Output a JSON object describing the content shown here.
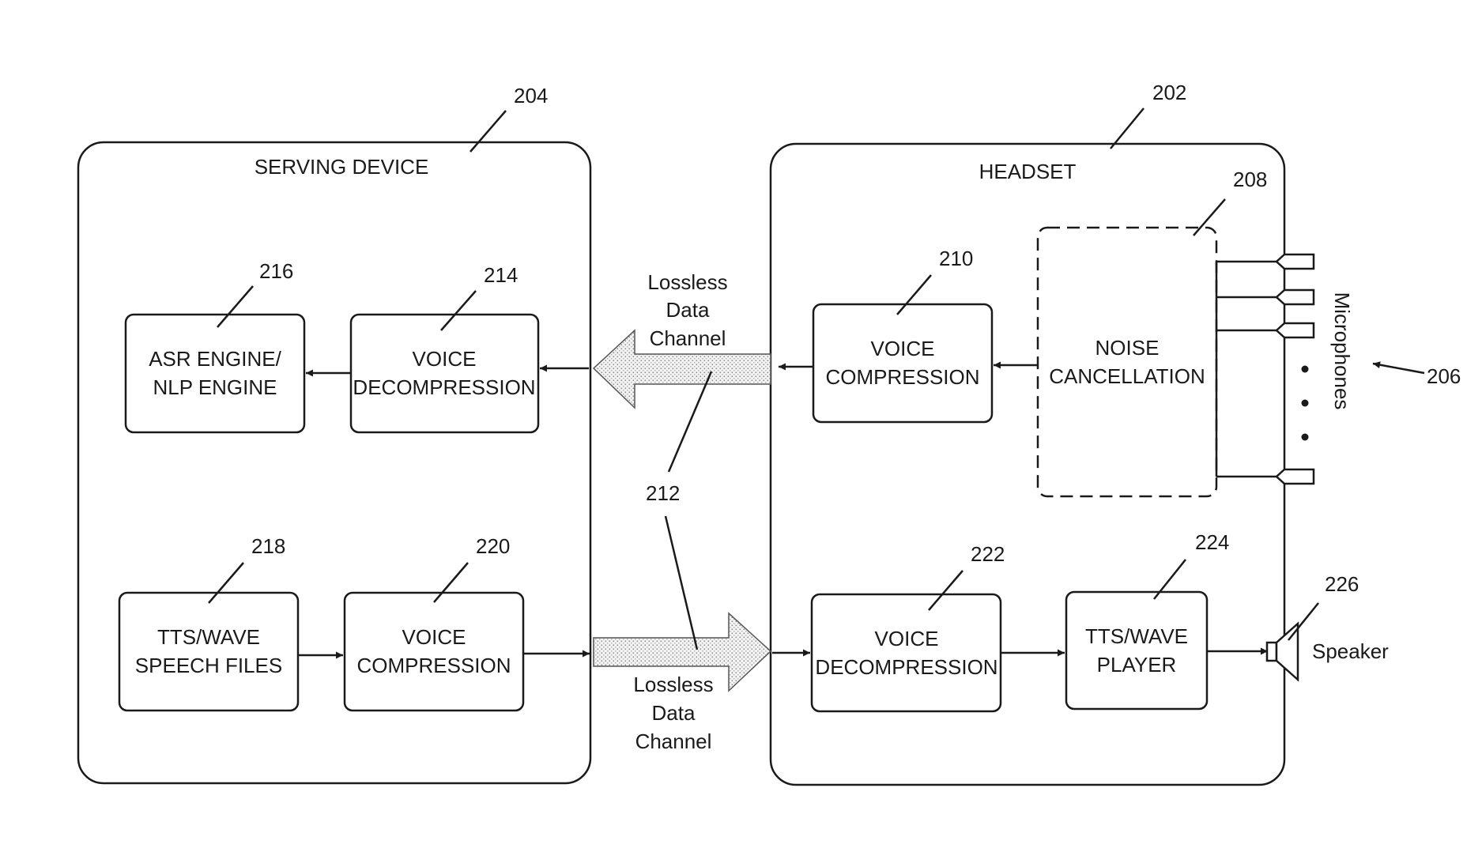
{
  "containers": {
    "serving_device": {
      "title": "SERVING DEVICE",
      "ref": "204"
    },
    "headset": {
      "title": "HEADSET",
      "ref": "202"
    }
  },
  "blocks": {
    "asr": {
      "line1": "ASR ENGINE/",
      "line2": "NLP ENGINE",
      "ref": "216"
    },
    "voice_decomp_214": {
      "line1": "VOICE",
      "line2": "DECOMPRESSION",
      "ref": "214"
    },
    "tts_files": {
      "line1": "TTS/WAVE",
      "line2": "SPEECH FILES",
      "ref": "218"
    },
    "voice_comp_220": {
      "line1": "VOICE",
      "line2": "COMPRESSION",
      "ref": "220"
    },
    "voice_comp_210": {
      "line1": "VOICE",
      "line2": "COMPRESSION",
      "ref": "210"
    },
    "noise": {
      "line1": "NOISE",
      "line2": "CANCELLATION",
      "ref": "208"
    },
    "voice_decomp_222": {
      "line1": "VOICE",
      "line2": "DECOMPRESSION",
      "ref": "222"
    },
    "tts_player": {
      "line1": "TTS/WAVE",
      "line2": "PLAYER",
      "ref": "224"
    }
  },
  "channels": {
    "upper": {
      "line1": "Lossless",
      "line2": "Data",
      "line3": "Channel"
    },
    "lower": {
      "line1": "Lossless",
      "line2": "Data",
      "line3": "Channel"
    },
    "ref": "212"
  },
  "microphones": {
    "label": "Microphones",
    "ref": "206"
  },
  "speaker": {
    "label": "Speaker",
    "ref": "226"
  }
}
